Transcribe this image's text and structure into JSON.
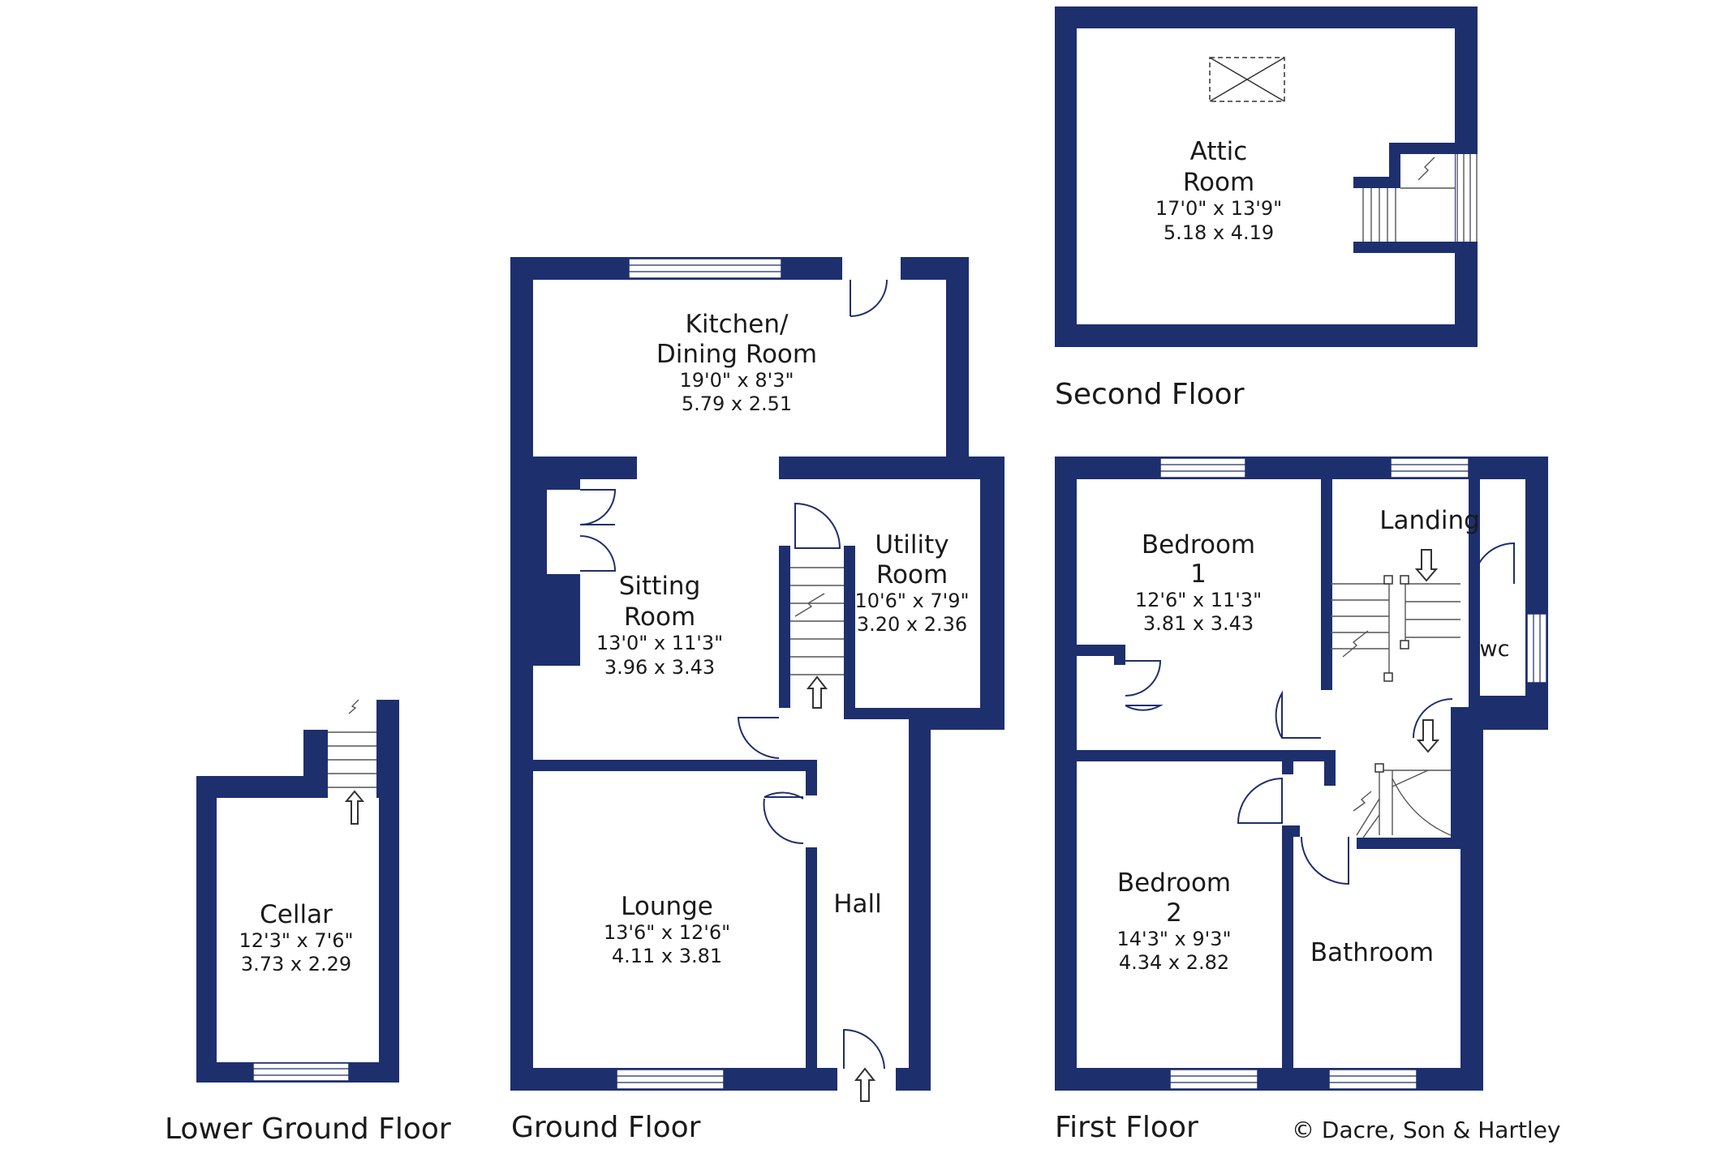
{
  "floors": {
    "lower_ground": "Lower Ground Floor",
    "ground": "Ground Floor",
    "first": "First Floor",
    "second": "Second Floor"
  },
  "rooms": {
    "cellar": {
      "name": "Cellar",
      "imperial": "12'3\" x 7'6\"",
      "metric": "3.73 x 2.29"
    },
    "kitchen": {
      "name_line1": "Kitchen/",
      "name_line2": "Dining Room",
      "imperial": "19'0\" x 8'3\"",
      "metric": "5.79 x 2.51"
    },
    "sitting": {
      "name_line1": "Sitting",
      "name_line2": "Room",
      "imperial": "13'0\" x 11'3\"",
      "metric": "3.96 x 3.43"
    },
    "utility": {
      "name_line1": "Utility",
      "name_line2": "Room",
      "imperial": "10'6\" x 7'9\"",
      "metric": "3.20 x 2.36"
    },
    "lounge": {
      "name": "Lounge",
      "imperial": "13'6\" x 12'6\"",
      "metric": "4.11 x 3.81"
    },
    "hall": {
      "name": "Hall"
    },
    "attic": {
      "name_line1": "Attic",
      "name_line2": "Room",
      "imperial": "17'0\" x 13'9\"",
      "metric": "5.18 x 4.19"
    },
    "bedroom1": {
      "name_line1": "Bedroom",
      "name_line2": "1",
      "imperial": "12'6\" x 11'3\"",
      "metric": "3.81 x 3.43"
    },
    "bedroom2": {
      "name_line1": "Bedroom",
      "name_line2": "2",
      "imperial": "14'3\" x 9'3\"",
      "metric": "4.34 x 2.82"
    },
    "landing": {
      "name": "Landing"
    },
    "wc": {
      "name": "wc"
    },
    "bathroom": {
      "name": "Bathroom"
    }
  },
  "copyright": "© Dacre, Son & Hartley",
  "colors": {
    "wall": "#1e2f6e",
    "background": "#ffffff"
  }
}
